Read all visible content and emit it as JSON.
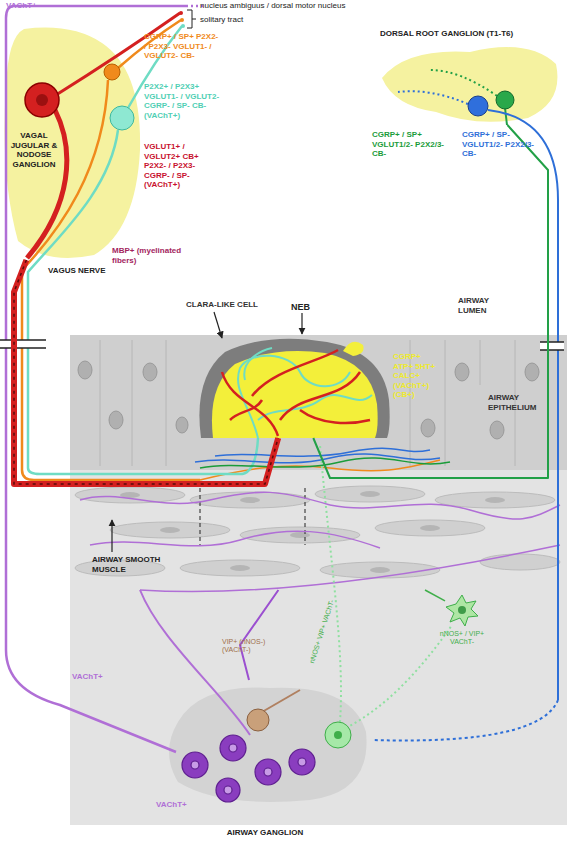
{
  "diagram": {
    "nodes": [
      {
        "text": [
          "VAGAL JUGULAR & NODOSE GANGLION"
        ]
      },
      {
        "text": [
          "DORSAL ROOT GANGLION (T1-T6)"
        ]
      },
      {
        "text": [
          "AIRWAY EPITHELIUM"
        ]
      },
      {
        "text": [
          "NEB",
          "CGRP+ ATP+ 5HT+ CALC+ (VAChT+) (CB+)"
        ],
        "in": 2
      },
      {
        "text": [
          "AIRWAY SMOOTH MUSCLE"
        ]
      },
      {
        "text": [
          "nNOS+ / VIP+ VAChT-"
        ]
      },
      {
        "text": [
          "AIRWAY GANGLION"
        ]
      }
    ],
    "edges": [
      {
        "from": 0,
        "to": 3,
        "arrow": "none",
        "label": "VAGUS NERVE"
      },
      {
        "from": 1,
        "to": 3,
        "arrow": "none"
      },
      {
        "from": 6,
        "to": 4,
        "arrow": "none"
      },
      {
        "from": 5,
        "to": 4,
        "arrow": "none"
      }
    ],
    "labels": [
      "VAChT+",
      "nucleus ambiguus / dorsal motor nucleus",
      "solitary tract",
      "CGRP+ / SP+ P2X2- / P2X3- VGLUT1- / VGLUT2- CB-",
      "P2X2+ / P2X3+ VGLUT1- / VGLUT2- CGRP- / SP- CB- (VAChT+)",
      "VGLUT1+ / VGLUT2+ CB+ P2X2- / P2X3- CGRP- / SP- (VAChT+)",
      "MBP+ (myelinated fibers)",
      "CGRP+ / SP+ VGLUT1/2- P2X2/3- CB-",
      "CGRP+ / SP- VGLUT1/2- P2X2/3- CB-",
      "CLARA-LIKE CELL",
      "AIRWAY LUMEN",
      "VAChT+",
      "VIP+ (nNOS-) (VAChT-)",
      "nNOS+ VIP+ VAChT-",
      "VAChT+"
    ]
  }
}
